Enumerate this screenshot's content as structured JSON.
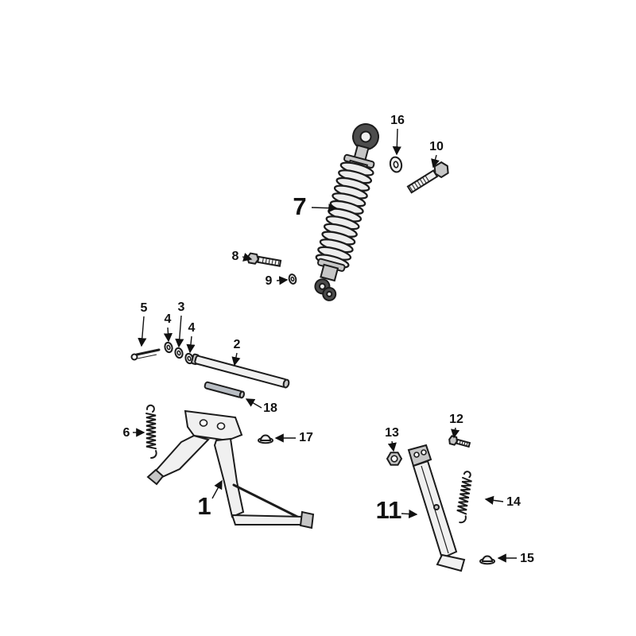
{
  "colors": {
    "background": "#ffffff",
    "line": "#1c1c1c",
    "metal_light": "#f0f0f0",
    "metal_mid": "#c6c6c6",
    "metal_dark": "#4d4d4d",
    "label_text": "#111111"
  },
  "labels": {
    "p1": "1",
    "p2": "2",
    "p3": "3",
    "p4": "4",
    "p5": "5",
    "p6": "6",
    "p7": "7",
    "p8": "8",
    "p9": "9",
    "p10": "10",
    "p11": "11",
    "p12": "12",
    "p13": "13",
    "p14": "14",
    "p15": "15",
    "p16": "16",
    "p17": "17",
    "p18": "18"
  }
}
